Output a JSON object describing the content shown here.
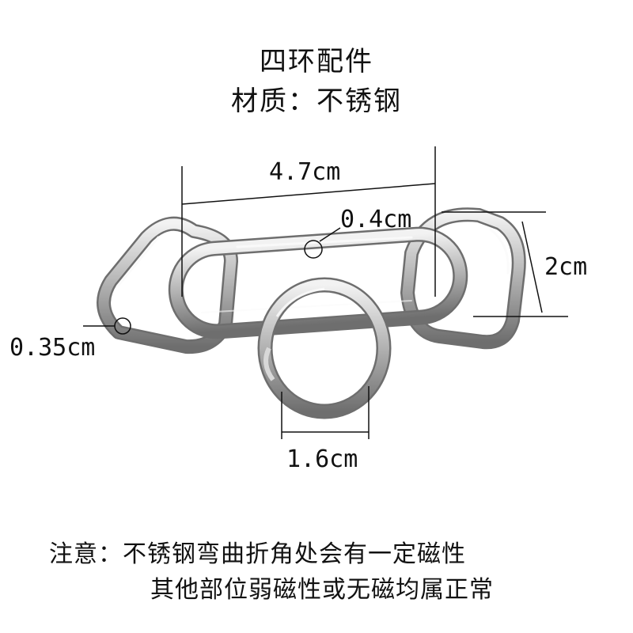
{
  "header": {
    "title": "四环配件",
    "material": "材质：不锈钢"
  },
  "dimensions": {
    "length": "4.7cm",
    "wire_thickness_main": "0.4cm",
    "height": "2cm",
    "wire_thickness_d_ring": "0.35cm",
    "ring_diameter": "1.6cm"
  },
  "notes": {
    "line1": "注意：不锈钢弯曲折角处会有一定磁性",
    "line2": "其他部位弱磁性或无磁均属正常"
  },
  "colors": {
    "steel_dark": "#6e6e6e",
    "steel_mid": "#b8b8b8",
    "steel_light": "#f2f2f2",
    "line": "#111111"
  }
}
